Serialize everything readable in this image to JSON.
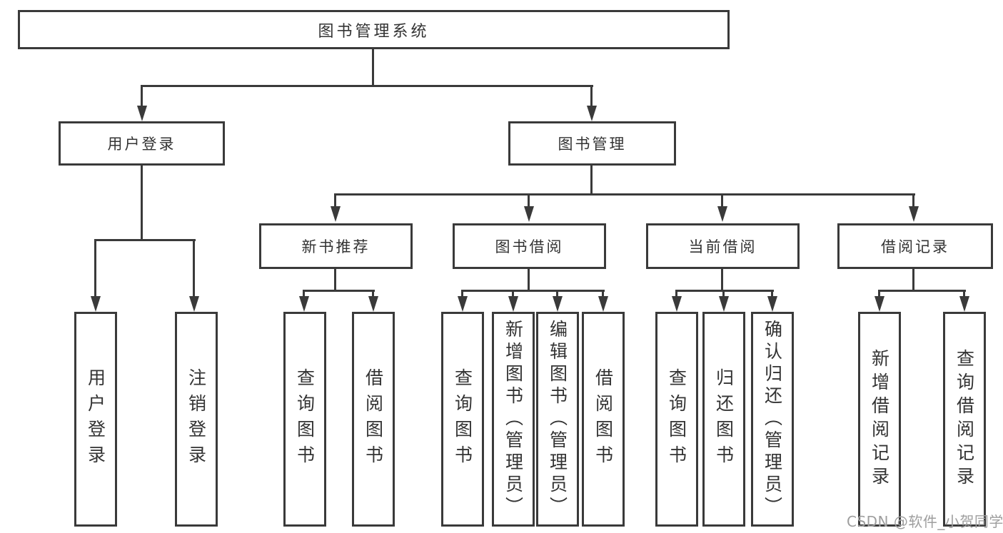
{
  "diagram": {
    "root": "图书管理系统",
    "level2": [
      "用户登录",
      "图书管理"
    ],
    "level3": [
      "新书推荐",
      "图书借阅",
      "当前借阅",
      "借阅记录"
    ],
    "leaves": {
      "user_login": [
        "用户登录",
        "注销登录"
      ],
      "new_book_recommend": [
        "查询图书",
        "借阅图书"
      ],
      "book_borrow": [
        "查询图书",
        "新增图书（管理员）",
        "编辑图书（管理员）",
        "借阅图书"
      ],
      "current_borrow": [
        "查询图书",
        "归还图书",
        "确认归还（管理员）"
      ],
      "borrow_records": [
        "新增借阅记录",
        "查询借阅记录"
      ]
    }
  },
  "watermark": "CSDN @软件_小贺同学",
  "colors": {
    "line": "#3a3a3a",
    "text": "#333333",
    "background": "#ffffff",
    "watermark": "#9e9e9e"
  }
}
